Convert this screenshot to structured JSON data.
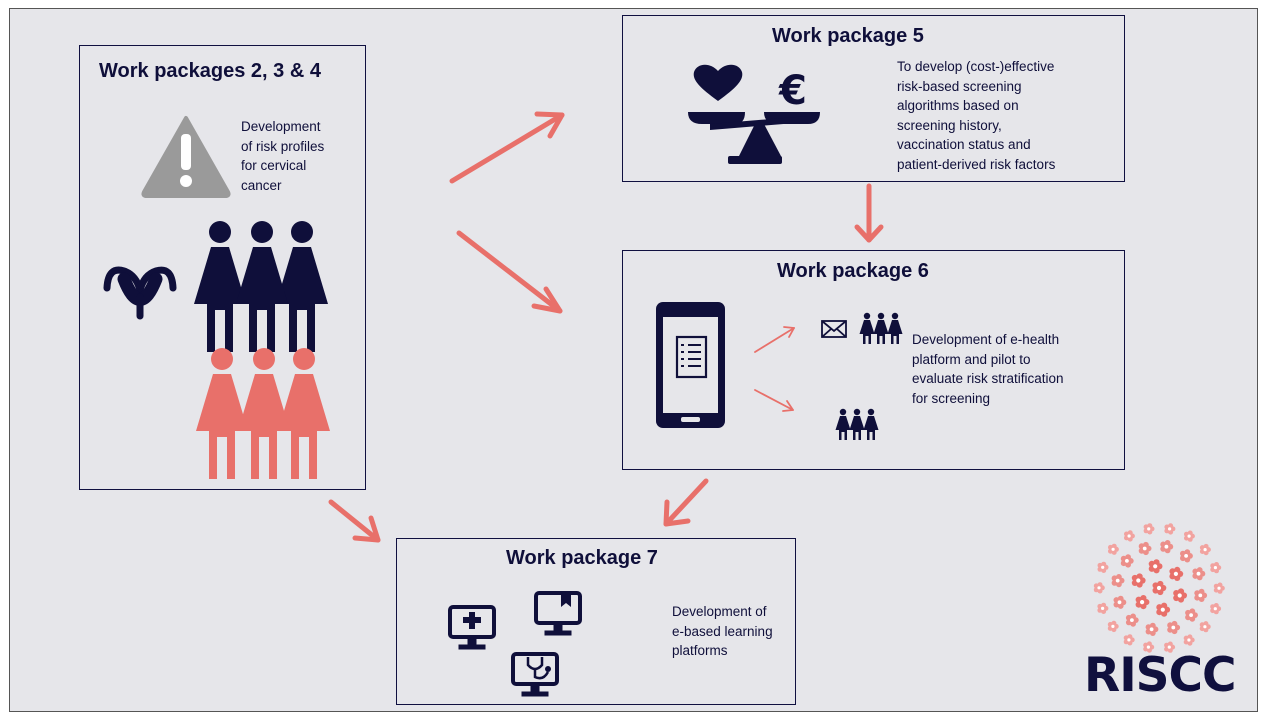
{
  "wp234": {
    "title": "Work packages 2, 3 & 4",
    "desc": [
      "Development",
      "of risk profiles",
      "for cervical",
      "cancer"
    ]
  },
  "wp5": {
    "title": "Work package 5",
    "desc": [
      "To develop (cost-)effective",
      "risk-based screening",
      "algorithms based on",
      "screening history,",
      "vaccination status and",
      "patient-derived risk factors"
    ]
  },
  "wp6": {
    "title": "Work package 6",
    "desc": [
      "Development of e-health",
      "platform and pilot to",
      "evaluate risk stratification",
      "for screening"
    ]
  },
  "wp7": {
    "title": "Work package 7",
    "desc": [
      "Development of",
      "e-based learning",
      "platforms"
    ]
  },
  "logo": {
    "text": "RISCC"
  },
  "colors": {
    "navy": "#0f0f3a",
    "salmon": "#e8706a",
    "pink": "#f2a3a0",
    "grey": "#9a9a9a",
    "background": "#e6e6ea"
  },
  "icons": [
    "warning-icon",
    "uterus-icon",
    "women-group-icon",
    "heart-icon",
    "euro-icon",
    "balance-scale-icon",
    "smartphone-checklist-icon",
    "envelope-icon",
    "monitor-medical-icon",
    "monitor-bookmark-icon",
    "monitor-stethoscope-icon"
  ]
}
